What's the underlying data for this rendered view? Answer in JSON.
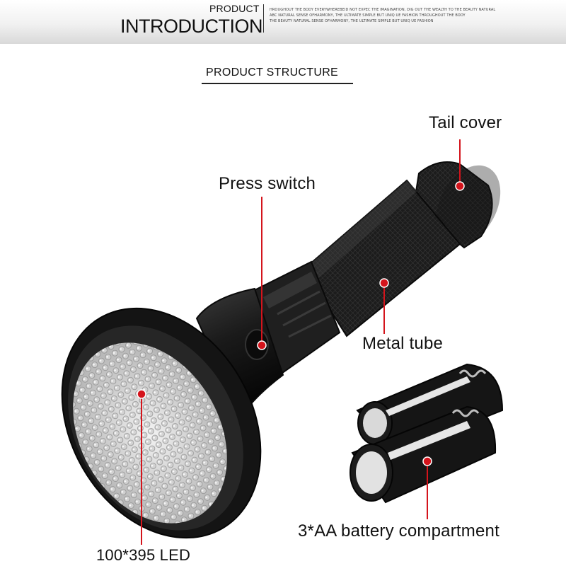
{
  "header": {
    "subtitle": "PRODUCT",
    "title": "INTRODUCTION",
    "fine_print": [
      "HROUGHOUT THE BODY EVERYWHEREBEID NOT EXPEC THE IMAGINATION, DIG OUT THE WEALTH TO THE BEAUTY NATURAL",
      "ABC NATURAL SENSE OFHARMONY, THE ULTIMATE SIMPLE BUT UNIQ UE FASHION THROUGHOUT THE BODY",
      "THE BEAUTY NATURAL SENSE OFHARMONY, THE ULTIMATE SIMPLE BUT UNIQ UE FASHION"
    ]
  },
  "section": {
    "title": "PRODUCT STRUCTURE"
  },
  "callouts": {
    "tail_cover": "Tail cover",
    "press_switch": "Press switch",
    "metal_tube": "Metal tube",
    "battery_compartment": "3*AA battery compartment",
    "led": "100*395 LED"
  },
  "colors": {
    "marker": "#d4141c",
    "leader_line": "#d4141c",
    "flashlight_body": "#161616"
  }
}
